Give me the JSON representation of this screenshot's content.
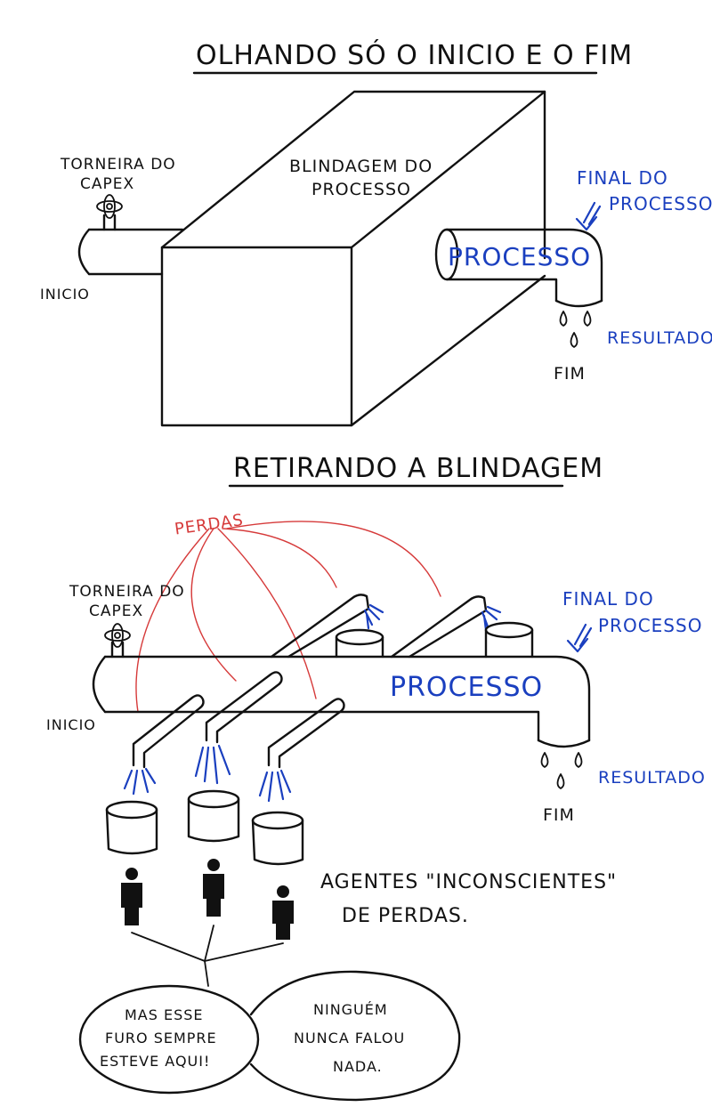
{
  "top": {
    "title": "OLHANDO SÓ O INICIO E O FIM",
    "faucet_label_line1": "TORNEIRA DO",
    "faucet_label_line2": "CAPEX",
    "shield_label_line1": "BLINDAGEM DO",
    "shield_label_line2": "PROCESSO",
    "start_label": "INICIO",
    "process_label": "PROCESSO",
    "end_process_line1": "FINAL DO",
    "end_process_line2": "PROCESSO",
    "result_label": "RESULTADO",
    "end_label": "FIM"
  },
  "bottom": {
    "title": "RETIRANDO A BLINDAGEM",
    "losses_label": "PERDAS",
    "faucet_label_line1": "TORNEIRA DO",
    "faucet_label_line2": "CAPEX",
    "start_label": "INICIO",
    "process_label": "PROCESSO",
    "end_process_line1": "FINAL DO",
    "end_process_line2": "PROCESSO",
    "result_label": "RESULTADO",
    "end_label": "FIM",
    "agents_line1": "AGENTES \"INCONSCIENTES\"",
    "agents_line2": "DE PERDAS."
  },
  "bubbles": {
    "left_line1": "MAS ESSE",
    "left_line2": "FURO SEMPRE",
    "left_line3": "ESTEVE AQUI!",
    "right_line1": "NINGUÉM",
    "right_line2": "NUNCA FALOU",
    "right_line3": "NADA."
  },
  "colors": {
    "ink": "#111111",
    "blue": "#1a3fbf",
    "red": "#d63a3a"
  }
}
